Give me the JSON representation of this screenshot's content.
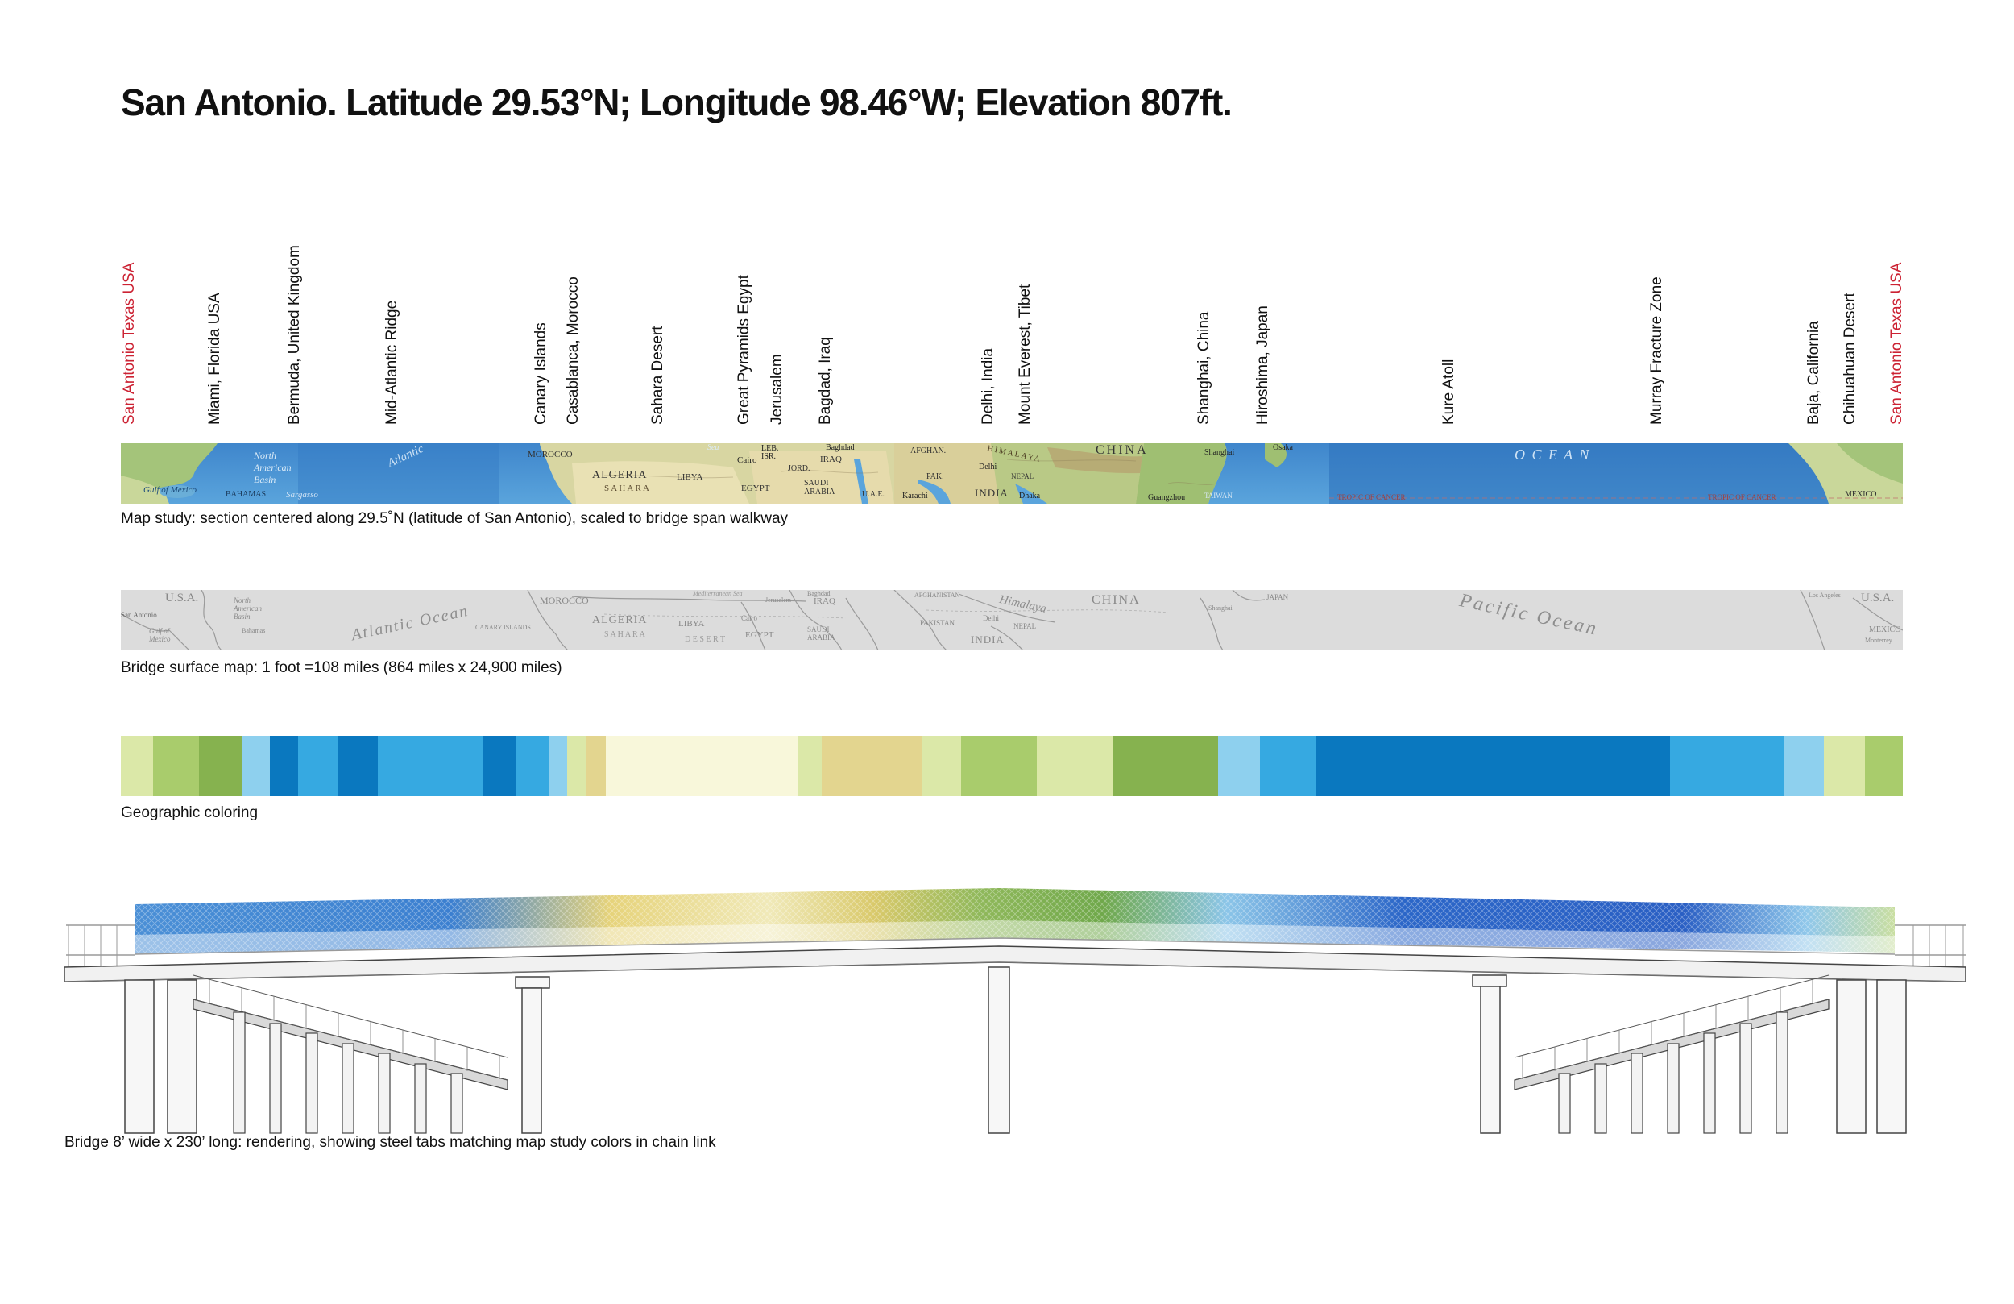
{
  "title": "San Antonio. Latitude 29.53°N; Longitude 98.46°W; Elevation 807ft.",
  "places": [
    {
      "label": "San Antonio Texas USA",
      "accent": true
    },
    {
      "label": "Miami, Florida USA",
      "accent": false
    },
    {
      "label": "Bermuda, United Kingdom",
      "accent": false
    },
    {
      "label": "Mid-Atlantic Ridge",
      "accent": false
    },
    {
      "label": "Canary Islands",
      "accent": false
    },
    {
      "label": "Casablanca, Morocco",
      "accent": false
    },
    {
      "label": "Sahara Desert",
      "accent": false
    },
    {
      "label": "Great Pyramids Egypt",
      "accent": false
    },
    {
      "label": "Jerusalem",
      "accent": false
    },
    {
      "label": "Bagdad, Iraq",
      "accent": false
    },
    {
      "label": "Delhi, India",
      "accent": false
    },
    {
      "label": "Mount Everest, Tibet",
      "accent": false
    },
    {
      "label": "Shanghai, China",
      "accent": false
    },
    {
      "label": "Hiroshima, Japan",
      "accent": false
    },
    {
      "label": "Kure Atoll",
      "accent": false
    },
    {
      "label": "Murray Fracture Zone",
      "accent": false
    },
    {
      "label": "Baja, California",
      "accent": false
    },
    {
      "label": "Chihuahuan Desert",
      "accent": false
    },
    {
      "label": "San Antonio Texas USA",
      "accent": true
    }
  ],
  "map_study": {
    "caption": "Map study: section centered along 29.5˚N (latitude of San Antonio), scaled to bridge span walkway",
    "labels": {
      "north_american_basin": "North American Basin",
      "gulf": "Gulf of Mexico",
      "bahamas": "BAHAMAS",
      "sargasso": "Sargasso",
      "atlantic": "Atlantic",
      "morocco": "MOROCCO",
      "algeria": "ALGERIA",
      "sahara": "S A H A R A",
      "libya": "LIBYA",
      "egypt": "EGYPT",
      "cairo": "Cairo",
      "leb_isr": "LEB. ISR.",
      "jord": "JORD.",
      "iraq": "IRAQ",
      "baghdad": "Baghdad",
      "saudi": "SAUDI ARABIA",
      "uae": "U.A.E.",
      "afghan": "AFGHAN.",
      "pak": "PAK.",
      "karachi": "Karachi",
      "delhi": "Delhi",
      "nepal": "NEPAL",
      "india": "INDIA",
      "dhaka": "Dhaka",
      "himalaya": "HIMALAYA",
      "china": "CHINA",
      "shanghai": "Shanghai",
      "guangzhou": "Guangzhou",
      "taiwan": "TAIWAN",
      "osaka": "Osaka",
      "ocean": "O C E A N",
      "tropic1": "TROPIC OF CANCER",
      "tropic2": "TROPIC OF CANCER",
      "mexico": "MEXICO",
      "sea": "Sea"
    }
  },
  "surface_map": {
    "caption": "Bridge surface map: 1 foot =108 miles (864 miles x 24,900 miles)",
    "labels": {
      "usa_left": "U.S.A.",
      "san_antonio": "San Antonio",
      "gulf": "Gulf of Mexico",
      "north_american_basin": "North American Basin",
      "bahamas": "Bahamas",
      "atlantic_ocean": "Atlantic Ocean",
      "morocco": "MOROCCO",
      "canary": "CANARY ISLANDS",
      "algeria": "ALGERIA",
      "sahara": "S A H A R A",
      "desert": "D E S E R T",
      "libya": "LIBYA",
      "egypt": "EGYPT",
      "cairo": "Cairo",
      "mediterranean": "Mediterranean Sea",
      "jerusalem": "Jerusalem",
      "iraq": "IRAQ",
      "baghdad": "Baghdad",
      "saudi": "SAUDI ARABIA",
      "afghanistan": "AFGHANISTAN",
      "pakistan": "PAKISTAN",
      "delhi": "Delhi",
      "nepal": "NEPAL",
      "india": "INDIA",
      "himalaya": "Himalaya",
      "china": "CHINA",
      "shanghai": "Shanghai",
      "japan": "JAPAN",
      "pacific_ocean": "Pacific Ocean",
      "los_angeles": "Los Angeles",
      "usa_right": "U.S.A.",
      "mexico": "MEXICO",
      "monterrey": "Monterrey"
    }
  },
  "coloring": {
    "caption": "Geographic coloring",
    "segments": [
      {
        "share": 40,
        "color": "#dbe8a8"
      },
      {
        "share": 57,
        "color": "#a9cc6c"
      },
      {
        "share": 53,
        "color": "#86b24f"
      },
      {
        "share": 35,
        "color": "#8ed0ee"
      },
      {
        "share": 35,
        "color": "#0a78bf"
      },
      {
        "share": 50,
        "color": "#36a9e1"
      },
      {
        "share": 50,
        "color": "#0a78bf"
      },
      {
        "share": 130,
        "color": "#36a9e1"
      },
      {
        "share": 42,
        "color": "#0a78bf"
      },
      {
        "share": 40,
        "color": "#36a9e1"
      },
      {
        "share": 23,
        "color": "#8ed0ee"
      },
      {
        "share": 23,
        "color": "#dbe8a8"
      },
      {
        "share": 25,
        "color": "#e3d58f"
      },
      {
        "share": 239,
        "color": "#f8f7da"
      },
      {
        "share": 30,
        "color": "#dbe8a8"
      },
      {
        "share": 125,
        "color": "#e3d58f"
      },
      {
        "share": 48,
        "color": "#dbe8a8"
      },
      {
        "share": 95,
        "color": "#a9cc6c"
      },
      {
        "share": 95,
        "color": "#dbe8a8"
      },
      {
        "share": 130,
        "color": "#86b24f"
      },
      {
        "share": 52,
        "color": "#8ed0ee"
      },
      {
        "share": 70,
        "color": "#36a9e1"
      },
      {
        "share": 440,
        "color": "#0a78bf"
      },
      {
        "share": 142,
        "color": "#36a9e1"
      },
      {
        "share": 50,
        "color": "#8ed0ee"
      },
      {
        "share": 51,
        "color": "#dbe8a8"
      },
      {
        "share": 47,
        "color": "#a9cc6c"
      }
    ]
  },
  "bridge": {
    "caption": "Bridge 8’ wide x 230’ long: rendering, showing steel tabs matching map study colors in chain link"
  }
}
